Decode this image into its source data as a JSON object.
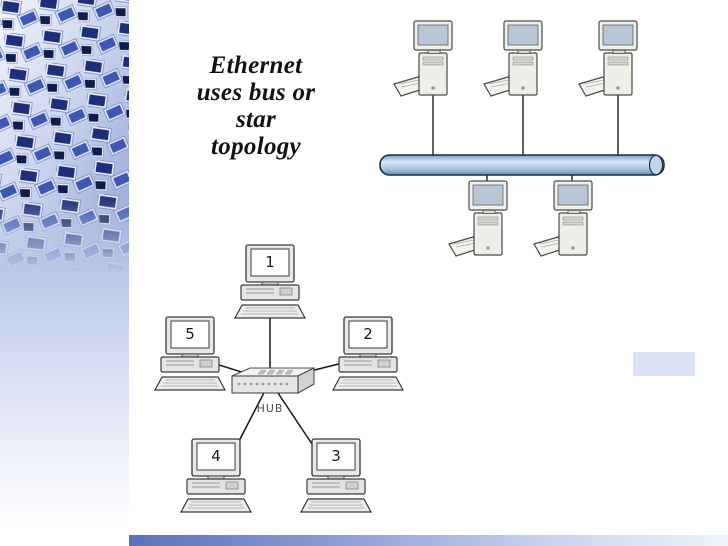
{
  "slide": {
    "title": "Ethernet uses bus or star topology",
    "title_lines": [
      "Ethernet",
      "uses bus or",
      "star",
      "topology"
    ]
  },
  "bus_diagram": {
    "computers_above_bus": 3,
    "computers_below_bus": 2,
    "bus_fill_color": "#aec6e8",
    "bus_outline_color": "#1c2b49"
  },
  "star_diagram": {
    "hub_label": "HUB",
    "stations": [
      {
        "label": "1"
      },
      {
        "label": "2"
      },
      {
        "label": "3"
      },
      {
        "label": "4"
      },
      {
        "label": "5"
      }
    ]
  },
  "icons": {
    "bus_computer": "tower-pc-icon",
    "star_computer": "desktop-pc-icon",
    "hub": "hub-icon",
    "sidebar_image": "computers-collage-image"
  },
  "theme": {
    "bottom_bar_left": "#5a72b8",
    "bottom_bar_right": "#eff3fb",
    "sidebar_lavender": "#ccd5ef",
    "accent_rect": "#d3def1"
  }
}
